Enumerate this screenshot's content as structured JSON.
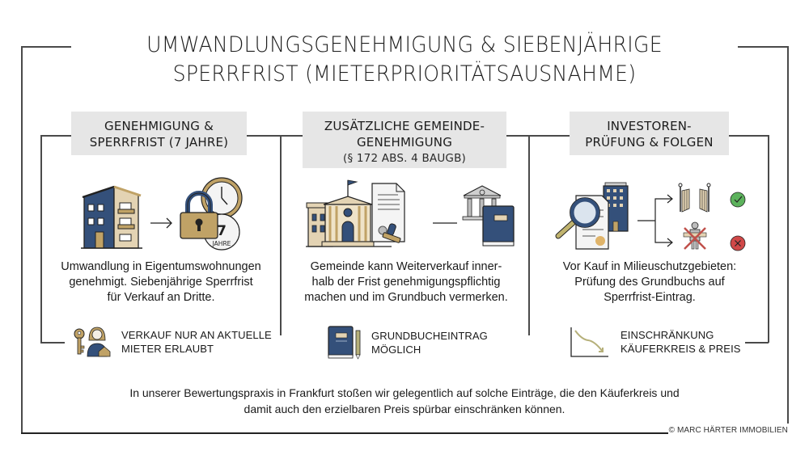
{
  "title": {
    "line1": "UMWANDLUNGSGENEHMIGUNG & SIEBENJÄHRIGE",
    "line2": "SPERRFRIST (MIETERPRIORITÄTSAUSNAHME)"
  },
  "columns": [
    {
      "header": {
        "line1": "GENEHMIGUNG &",
        "line2": "SPERRFRIST (7 JAHRE)"
      },
      "icons": [
        "apartment-building-icon",
        "arrow-right-icon",
        "padlock-icon",
        "clock-icon",
        "seven-years-badge-icon"
      ],
      "badge": {
        "number": "7",
        "label": "JAHRE"
      },
      "description": [
        "Umwandlung in Eigentumswohnungen",
        "genehmigt. Siebenjährige Sperrfrist",
        "für Verkauf an Dritte."
      ],
      "footer": {
        "icon": "key-tenant-icon",
        "line1": "VERKAUF NUR AN AKTUELLE",
        "line2": "MIETER ERLAUBT"
      }
    },
    {
      "header": {
        "line1": "ZUSÄTZLICHE GEMEINDE-",
        "line2": "GENEHMIGUNG",
        "line3": "(§ 172 ABS. 4 BAUGB)"
      },
      "icons": [
        "town-hall-icon",
        "document-stamp-icon",
        "connector-line",
        "courthouse-icon",
        "land-register-book-icon"
      ],
      "description": [
        "Gemeinde kann Weiterverkauf inner-",
        "halb der Frist genehmigungspflichtig",
        "machen und im Grundbuch vermerken."
      ],
      "footer": {
        "icon": "book-pen-icon",
        "line1": "GRUNDBUCHEINTRAG",
        "line2": "MÖGLICH"
      }
    },
    {
      "header": {
        "line1": "INVESTOREN-",
        "line2": "PRÜFUNG & FOLGEN"
      },
      "icons": [
        "magnifier-document-icon",
        "office-building-icon",
        "branch-arrow-icon",
        "open-gate-icon",
        "check-circle-icon",
        "crossed-person-icon",
        "x-circle-icon"
      ],
      "description": [
        "Vor Kauf in Milieuschutzgebieten:",
        "Prüfung des Grundbuchs auf",
        "Sperrfrist-Eintrag."
      ],
      "footer": {
        "icon": "declining-chart-icon",
        "line1": "EINSCHRÄNKUNG",
        "line2": "KÄUFERKREIS & PREIS"
      }
    }
  ],
  "bottom_note": {
    "line1": "In unserer Bewertungspraxis in Frankfurt stoßen wir gelegentlich auf solche Einträge, die den Käuferkreis und",
    "line2": "damit auch den erzielbaren Preis spürbar einschränken können."
  },
  "copyright": "© MARC HÄRTER IMMOBILIEN",
  "colors": {
    "navy": "#34507a",
    "beige": "#e3d3b3",
    "gold": "#c0a266",
    "olive": "#b6b07a",
    "header_bg": "#e6e6e6",
    "line": "#4a4a4a",
    "success": "#5cb25c",
    "danger": "#d04848"
  }
}
